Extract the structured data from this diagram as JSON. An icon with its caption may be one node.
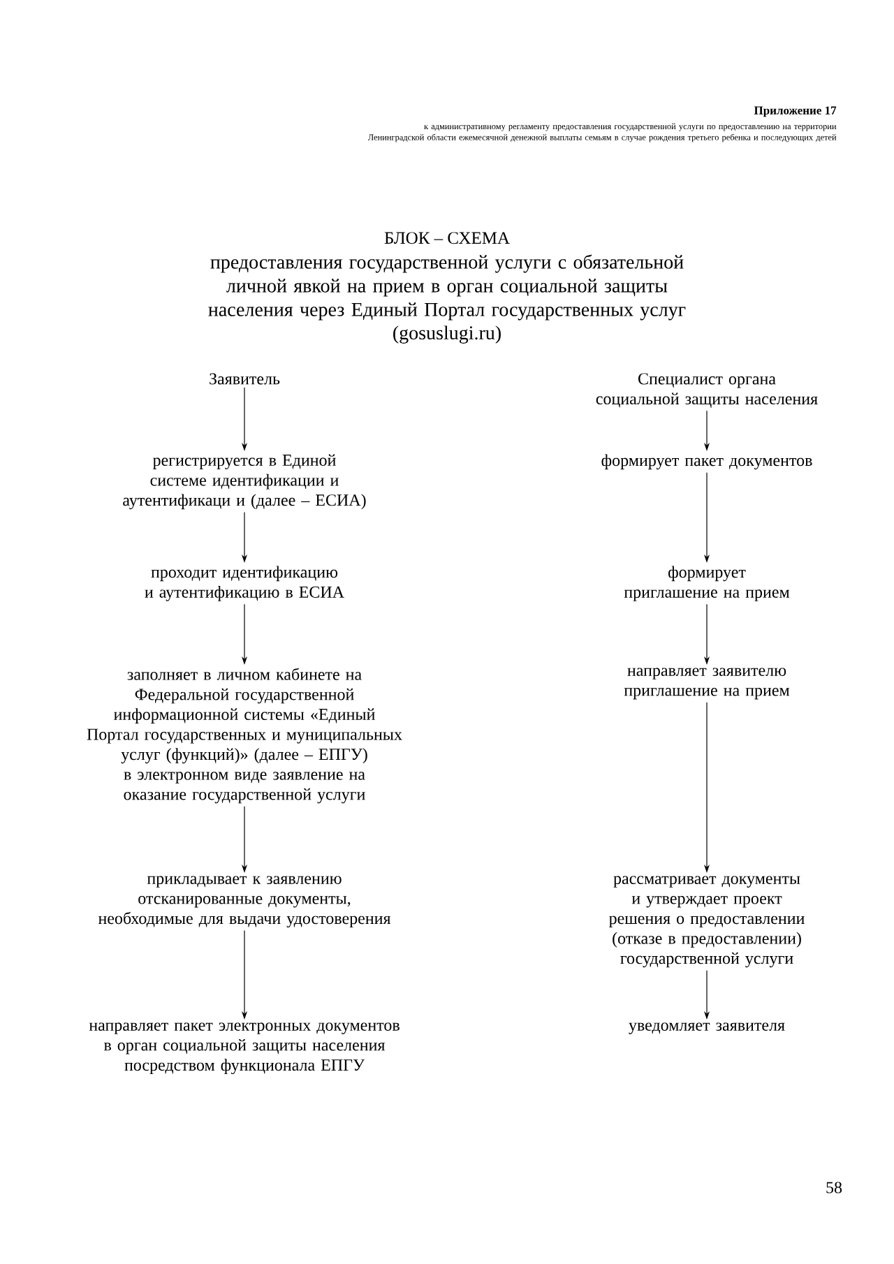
{
  "diagram": {
    "title": "БЛОК – СХЕМА",
    "nodes": [
      {
        "text": [
          "Заявитель"
        ]
      },
      {
        "text": [
          "регистрируется в Единой системе идентификации и аутентификаци и (далее – ЕСИА)"
        ]
      },
      {
        "text": [
          "проходит идентификацию и аутентификацию в ЕСИА"
        ]
      },
      {
        "text": [
          "заполняет в личном кабинете на Федеральной государственной информационной системы «Единый Портал государственных и муниципальных услуг (функций)» (далее – ЕПГУ)  в электронном виде заявление на оказание государственной услуги"
        ]
      },
      {
        "text": [
          "прикладывает  к заявлению отсканированные документы, необходимые для выдачи удостоверения"
        ]
      },
      {
        "text": [
          "направляет пакет электронных документов в орган социальной защиты населения посредством функционала ЕПГУ"
        ]
      },
      {
        "text": [
          "Специалист органа социальной защиты населения"
        ]
      },
      {
        "text": [
          "формирует пакет документов"
        ]
      },
      {
        "text": [
          "формирует приглашение на прием"
        ]
      },
      {
        "text": [
          "направляет заявителю приглашение на прием"
        ]
      },
      {
        "text": [
          "рассматривает документы и утверждает проект решения о предоставлении (отказе в предоставлении) государственной услуги"
        ]
      },
      {
        "text": [
          "уведомляет заявителя"
        ]
      }
    ],
    "edges": [
      {
        "from": 0,
        "to": 1,
        "arrow": "to"
      },
      {
        "from": 1,
        "to": 2,
        "arrow": "to"
      },
      {
        "from": 2,
        "to": 3,
        "arrow": "to"
      },
      {
        "from": 3,
        "to": 4,
        "arrow": "to"
      },
      {
        "from": 4,
        "to": 5,
        "arrow": "to"
      },
      {
        "from": 6,
        "to": 7,
        "arrow": "to"
      },
      {
        "from": 7,
        "to": 8,
        "arrow": "to"
      },
      {
        "from": 8,
        "to": 9,
        "arrow": "to"
      },
      {
        "from": 9,
        "to": 10,
        "arrow": "to"
      },
      {
        "from": 10,
        "to": 11,
        "arrow": "to"
      }
    ],
    "labels": [
      "Приложение 17",
      "к административному регламенту  предоставления  государственной услуги по предоставлению на территории Ленинградской области  ежемесячной денежной выплаты семьям в случае рождения третьего ребенка и последующих детей",
      "предоставления государственной услуги  с обязательной личной явкой на прием в орган социальной защиты населения через Единый Портал государственных услуг",
      "(gosuslugi.ru)",
      "58"
    ]
  }
}
